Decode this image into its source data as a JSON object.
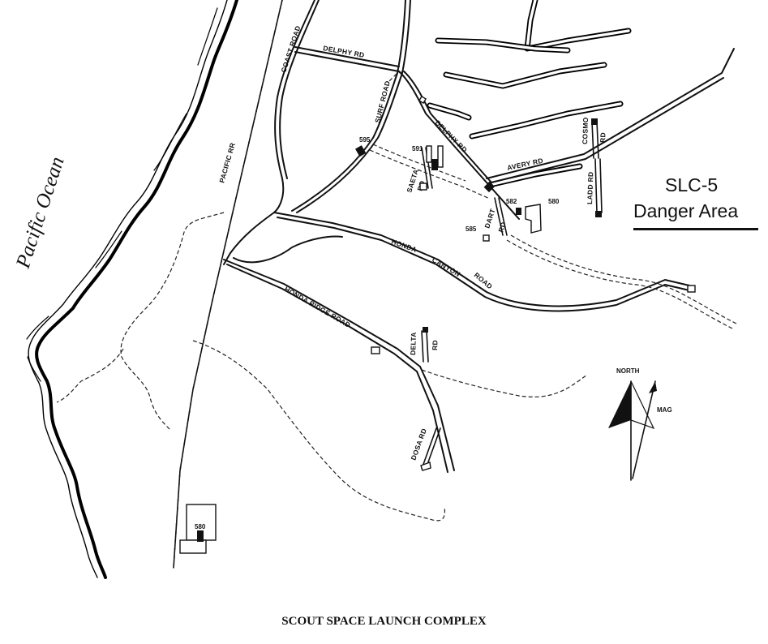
{
  "caption": "SCOUT SPACE LAUNCH COMPLEX",
  "region_label": "Pacific Ocean",
  "danger_area": {
    "line1": "SLC-5",
    "line2": "Danger Area"
  },
  "compass": {
    "north": "NORTH",
    "magnetic": "MAG"
  },
  "roads": {
    "coast": "COAST ROAD",
    "delphy_top": "DELPHY RD",
    "surf": "SURF ROAD",
    "delphy_mid": "DELPHY RD",
    "saeta_1": "SAETA",
    "saeta_2": "RD",
    "avery": "AVERY RD",
    "cosmo_1": "COSMO",
    "cosmo_2": "RD",
    "ladd": "LADD RD",
    "dart_1": "DART",
    "dart_2": "RD",
    "honda": "HONDA",
    "canyon": "CANYON",
    "road": "ROAD",
    "honda_ridge": "HONDA RIDGE ROAD",
    "delta_1": "DELTA",
    "delta_2": "RD",
    "dosa": "DOSA RD",
    "railroad": "PACIFIC RR"
  },
  "facilities": [
    "595",
    "591",
    "582",
    "580",
    "585",
    "580"
  ]
}
